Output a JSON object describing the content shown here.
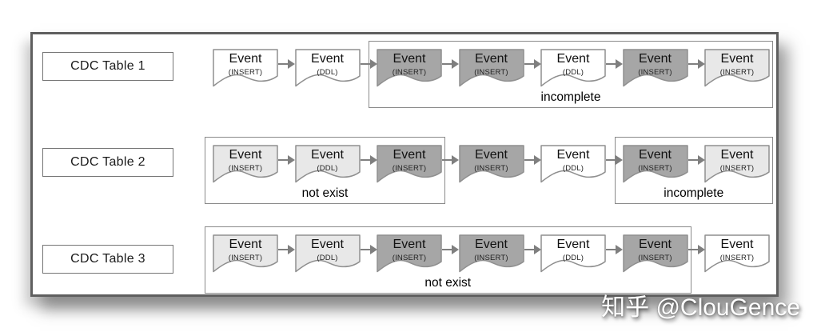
{
  "watermark": {
    "text": "知乎 @ClouGence"
  },
  "diagram": {
    "event_label": "Event",
    "colors": {
      "dark": "#a6a6a6",
      "light": "#e8e8e8",
      "white": "#ffffff",
      "stroke": "#8f8f8f",
      "arrow": "#7f7f7f",
      "frame_border": "#5f5f5f",
      "text": "#111111"
    },
    "rows": [
      {
        "label": "CDC Table 1",
        "events": [
          {
            "sub": "(INSERT)",
            "variant": "white"
          },
          {
            "sub": "(DDL)",
            "variant": "white"
          },
          {
            "sub": "(INSERT)",
            "variant": "dark"
          },
          {
            "sub": "(INSERT)",
            "variant": "dark"
          },
          {
            "sub": "(DDL)",
            "variant": "white"
          },
          {
            "sub": "(INSERT)",
            "variant": "dark"
          },
          {
            "sub": "(INSERT)",
            "variant": "light"
          }
        ],
        "groups": [
          {
            "label": "incomplete",
            "from": 2,
            "to": 6
          }
        ]
      },
      {
        "label": "CDC Table 2",
        "events": [
          {
            "sub": "(INSERT)",
            "variant": "light"
          },
          {
            "sub": "(DDL)",
            "variant": "light"
          },
          {
            "sub": "(INSERT)",
            "variant": "dark"
          },
          {
            "sub": "(INSERT)",
            "variant": "dark"
          },
          {
            "sub": "(DDL)",
            "variant": "white"
          },
          {
            "sub": "(INSERT)",
            "variant": "dark"
          },
          {
            "sub": "(INSERT)",
            "variant": "light"
          }
        ],
        "groups": [
          {
            "label": "not exist",
            "from": 0,
            "to": 2
          },
          {
            "label": "incomplete",
            "from": 5,
            "to": 6
          }
        ]
      },
      {
        "label": "CDC Table 3",
        "events": [
          {
            "sub": "(INSERT)",
            "variant": "light"
          },
          {
            "sub": "(DDL)",
            "variant": "light"
          },
          {
            "sub": "(INSERT)",
            "variant": "dark"
          },
          {
            "sub": "(INSERT)",
            "variant": "dark"
          },
          {
            "sub": "(DDL)",
            "variant": "white"
          },
          {
            "sub": "(INSERT)",
            "variant": "dark"
          },
          {
            "sub": "(INSERT)",
            "variant": "white"
          }
        ],
        "groups": [
          {
            "label": "not exist",
            "from": 0,
            "to": 5
          }
        ]
      }
    ]
  }
}
